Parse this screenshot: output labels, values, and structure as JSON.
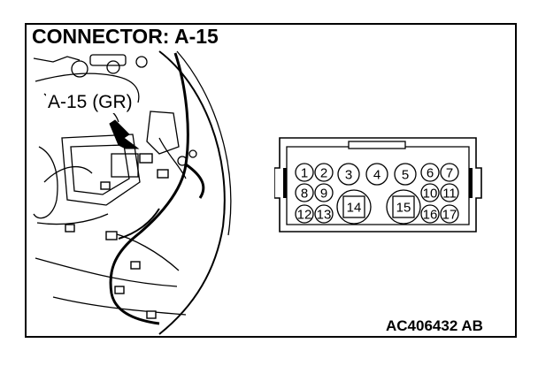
{
  "diagram": {
    "title": "CONNECTOR: A-15",
    "callout_label": "A-15 (GR)",
    "figure_code": "AC406432 AB",
    "connector": {
      "pins": [
        "1",
        "2",
        "3",
        "4",
        "5",
        "6",
        "7",
        "8",
        "9",
        "10",
        "11",
        "12",
        "13",
        "14",
        "15",
        "16",
        "17"
      ]
    }
  }
}
